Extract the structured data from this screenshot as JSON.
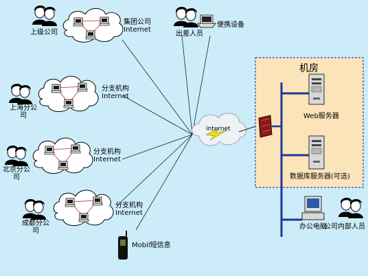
{
  "labels": {
    "hq_user": "上级公司",
    "group_cloud": "集团公司\nInternet",
    "traveler": "出差人员",
    "portable": "便携设备",
    "branch1": "分支机构\nInternet",
    "shanghai": "上海分公\n司",
    "branch2": "分支机构\nInternet",
    "beijing": "北京分公\n司",
    "branch3": "分支机构\nInternet",
    "chengdu": "成都分公\n司",
    "mobile": "Mobil短信息",
    "internet": "internet",
    "room": "机房",
    "web_server": "Web服务器",
    "db_server": "数据库服务器(可选)",
    "office_pc": "办公电脑",
    "staff": "公司内部人员"
  },
  "colors": {
    "background": "#ccecf9",
    "room_fill": "#fce4ba",
    "room_border": "#3d44a8",
    "backbone": "#1e3799",
    "link": "#222222",
    "lan_link": "#d02020",
    "firewall": "#8a1a1a",
    "lightning": "#f2e200"
  },
  "icons": [
    "user-icon",
    "laptop-icon",
    "cloud-icon",
    "firewall-icon",
    "server-icon",
    "desktop-icon",
    "mobile-phone-icon"
  ]
}
